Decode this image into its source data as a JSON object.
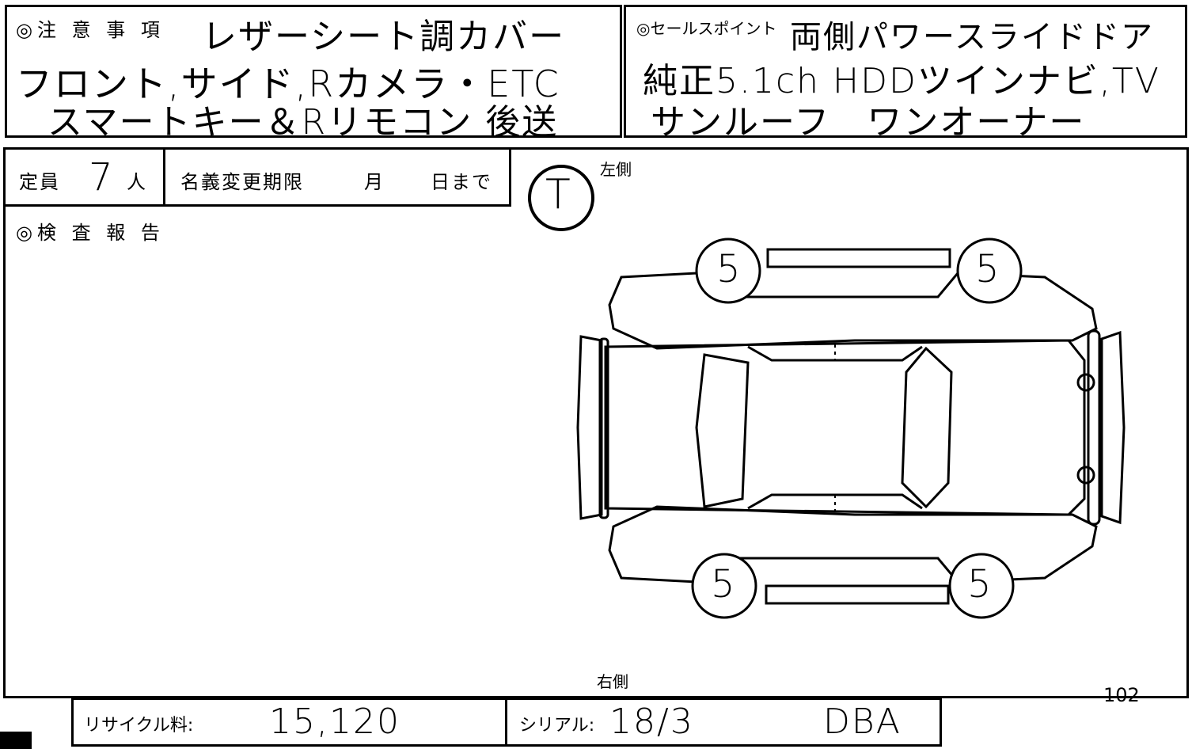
{
  "notes": {
    "label": "◎注 意 事 項",
    "line1": "レザーシート調カバー",
    "line2": "フロント,サイド,Rカメラ・ETC",
    "line3": "スマートキー＆Rリモコン 後送"
  },
  "sales_points": {
    "label": "◎セールスポイント",
    "line1": "両側パワースライドドア",
    "line2": "純正5.1ch HDDツインナビ,TV",
    "line3": "サンルーフ　ワンオーナー"
  },
  "capacity": {
    "label_prefix": "定員",
    "value": "7",
    "label_suffix": "人"
  },
  "name_change": {
    "label": "名義変更期限",
    "month_label": "月",
    "day_label": "日まで"
  },
  "inspection": {
    "label": "◎検 査 報 告",
    "left_side": "左側",
    "right_side": "右側",
    "mark": "T",
    "tire_front_left": "5",
    "tire_rear_left": "5",
    "tire_front_right": "5",
    "tire_rear_right": "5",
    "page_number": "102"
  },
  "footer": {
    "recycle_label": "リサイクル料:",
    "recycle_value": "15,120",
    "serial_label": "シリアル:",
    "serial_value": "18/3",
    "code_value": "DBA"
  }
}
